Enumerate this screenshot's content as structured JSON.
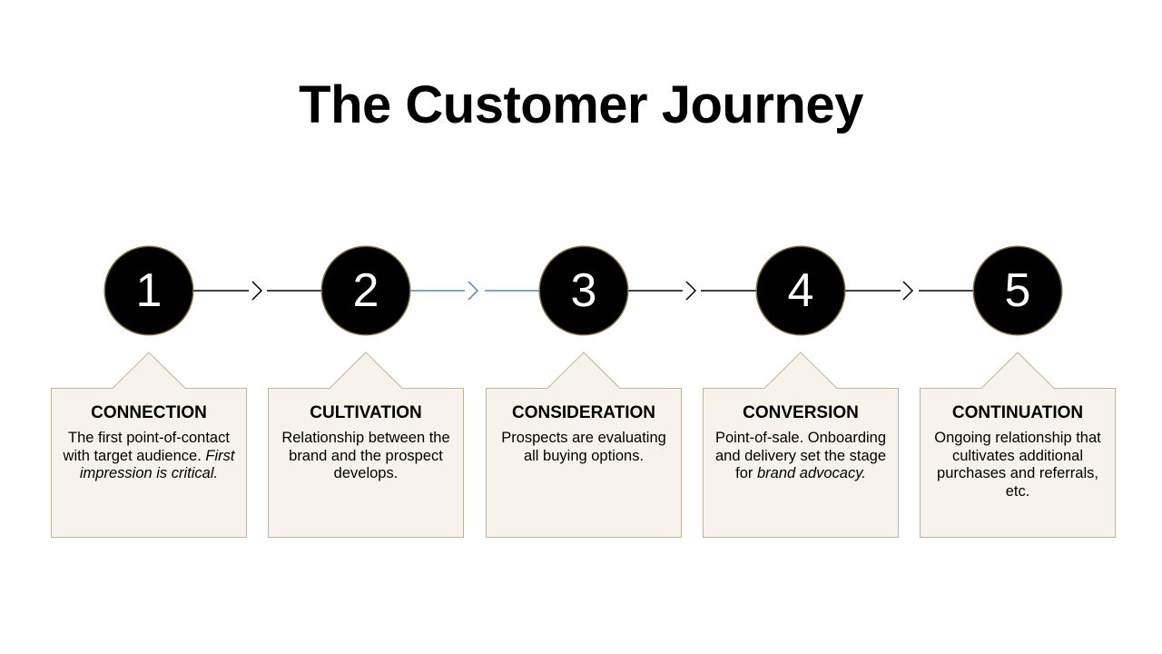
{
  "title": "The Customer Journey",
  "colors": {
    "circle_fill": "#000000",
    "circle_outline": "#7a6a45",
    "card_fill": "#f7f2ec",
    "card_border": "#c2b49a",
    "connector_dark": "#000000",
    "connector_blue": "#5b83b6"
  },
  "steps": [
    {
      "number": "1",
      "heading": "CONNECTION",
      "body": "The first point-of-contact with target audience. ",
      "body_emphasis": "First impression is critical."
    },
    {
      "number": "2",
      "heading": "CULTIVATION",
      "body": "Relationship between the brand and the prospect develops.",
      "body_emphasis": ""
    },
    {
      "number": "3",
      "heading": "CONSIDERATION",
      "body": "Prospects are evaluating all buying options.",
      "body_emphasis": ""
    },
    {
      "number": "4",
      "heading": "CONVERSION",
      "body": "Point-of-sale. Onboarding and delivery set the stage for ",
      "body_emphasis": "brand advocacy."
    },
    {
      "number": "5",
      "heading": "CONTINUATION",
      "body": "Ongoing relationship that cultivates additional purchases and referrals, etc.",
      "body_emphasis": ""
    }
  ],
  "connectors": [
    {
      "style": "dark"
    },
    {
      "style": "blue"
    },
    {
      "style": "dark"
    },
    {
      "style": "dark"
    }
  ]
}
